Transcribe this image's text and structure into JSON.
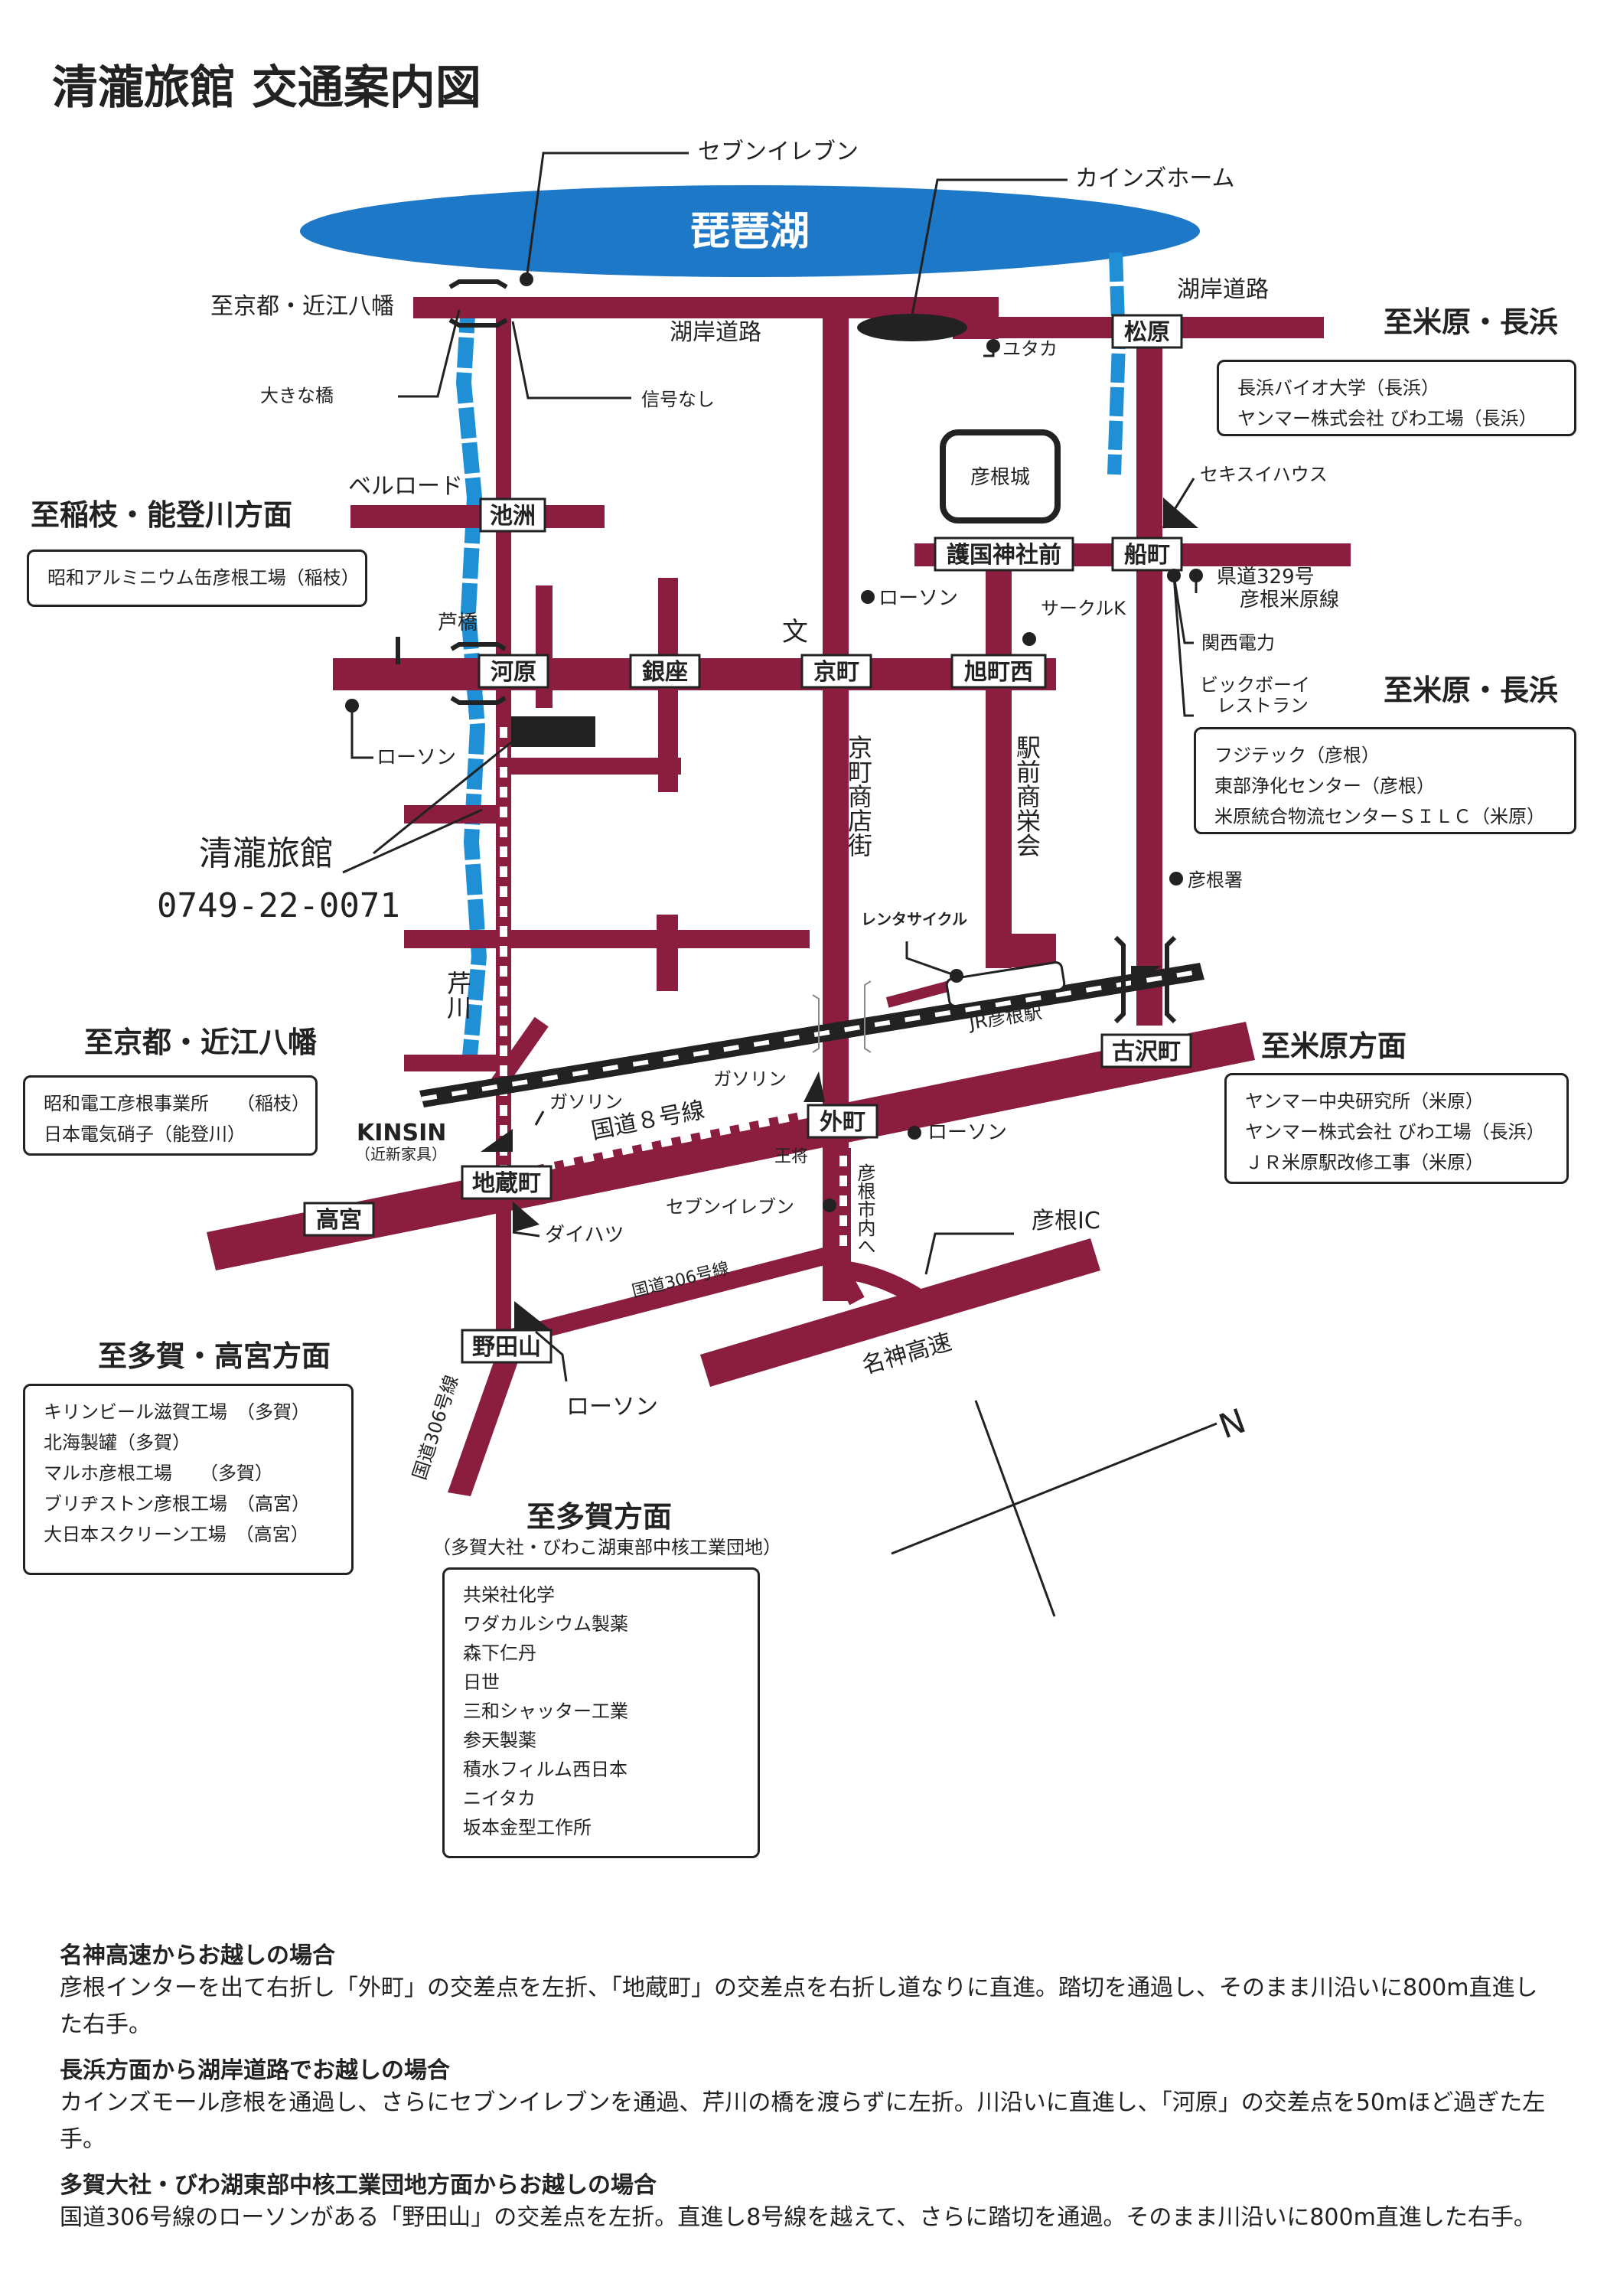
{
  "title": "清瀧旅館 交通案内図",
  "lake": "琵琶湖",
  "road_labels": {
    "lakeside_road": "湖岸道路",
    "lakeside_road_2": "湖岸道路",
    "bell_road": "ベルロード",
    "route8": "国道８号線",
    "route306": "国道306号線",
    "route306_vertical": "国道306号線",
    "meishin": "名神高速",
    "kyomachi_shoutengai": "京町商店街",
    "ekimae_shoueikai": "駅前商栄会",
    "hikone_shinai": "彦根市内へ",
    "river": "芹川",
    "ashibashi": "芦橋",
    "big_bridge": "大きな橋",
    "no_signal": "信号なし",
    "jr_station": "JR彦根駅",
    "hikone_ic": "彦根IC",
    "school": "文",
    "castle": "彦根城"
  },
  "intersections": [
    "池洲",
    "河原",
    "銀座",
    "京町",
    "旭町西",
    "護国神社前",
    "船町",
    "松原",
    "古沢町",
    "外町",
    "地蔵町",
    "高宮",
    "野田山"
  ],
  "landmarks": {
    "seven_top": "セブンイレブン",
    "cainz": "カインズホーム",
    "yutaka": "ユタカ",
    "sekisui": "セキスイハウス",
    "lawson_kyo": "ローソン",
    "circle_k": "サークルK",
    "route329": "県道329号",
    "route329b": "彦根米原線",
    "kansai_denryoku": "関西電力",
    "big_boy": "ビックボーイ",
    "big_boy_b": "レストラン",
    "lawson_kawara": "ローソン",
    "police": "彦根署",
    "rental_cycle": "レンタサイクル",
    "gasoline_1": "ガソリン",
    "gasoline_2": "ガソリン",
    "kinsin": "KINSIN",
    "kinsin_sub": "（近新家具）",
    "daihatsu": "ダイハツ",
    "lawson_tomachi": "ローソン",
    "ousho": "王将",
    "seven_bottom": "セブンイレブン",
    "lawson_nodayama": "ローソン"
  },
  "hotel": {
    "name": "清瀧旅館",
    "phone": "0749-22-0071"
  },
  "directions_to": {
    "kyoto_top": "至京都・近江八幡",
    "maibara_top": "至米原・長浜",
    "inae": "至稲枝・能登川方面",
    "maibara_mid": "至米原・長浜",
    "kyoto_mid": "至京都・近江八幡",
    "maibara_dir": "至米原方面",
    "taga_takamiya": "至多賀・高宮方面",
    "taga": "至多賀方面",
    "taga_sub": "（多賀大社・びわこ湖東部中核工業団地）"
  },
  "boxes": {
    "nagahama": [
      "長浜バイオ大学（長浜）",
      "ヤンマー株式会社 びわ工場（長浜）"
    ],
    "inae": [
      "昭和アルミニウム缶彦根工場（稲枝）"
    ],
    "maibara_mid": [
      "フジテック（彦根）",
      "東部浄化センター（彦根）",
      "米原統合物流センターＳＩＬＣ（米原）"
    ],
    "kyoto_mid": [
      "昭和電工彦根事業所　　（稲枝）",
      "日本電気硝子（能登川）"
    ],
    "maibara_dir": [
      "ヤンマー中央研究所（米原）",
      "ヤンマー株式会社 びわ工場（長浜）",
      "ＪＲ米原駅改修工事（米原）"
    ],
    "taga_takamiya": [
      "キリンビール滋賀工場　（多賀）",
      "北海製罐（多賀）",
      "マルホ彦根工場　　（多賀）",
      "ブリヂストン彦根工場　（高宮）",
      "大日本スクリーン工場　（高宮）"
    ],
    "taga": [
      "共栄社化学",
      "ワダカルシウム製薬",
      "森下仁丹",
      "日世",
      "三和シャッター工業",
      "参天製薬",
      "積水フィルム西日本",
      "ニイタカ",
      "坂本金型工作所"
    ]
  },
  "compass": "N",
  "colors": {
    "road": "#8b1d3f",
    "lake": "#1d78c7",
    "river": "#1f8fd6",
    "ink": "#222222"
  },
  "directions": [
    {
      "heading": "名神高速からお越しの場合",
      "body": "彦根インターを出て右折し「外町」の交差点を左折、「地蔵町」の交差点を右折し道なりに直進。踏切を通過し、そのまま川沿いに800m直進した右手。"
    },
    {
      "heading": "長浜方面から湖岸道路でお越しの場合",
      "body": "カインズモール彦根を通過し、さらにセブンイレブンを通過、芹川の橋を渡らずに左折。川沿いに直進し、「河原」の交差点を50mほど過ぎた左手。"
    },
    {
      "heading": "多賀大社・びわ湖東部中核工業団地方面からお越しの場合",
      "body": "国道306号線のローソンがある「野田山」の交差点を左折。直進し8号線を越えて、さらに踏切を通過。そのまま川沿いに800m直進した右手。"
    }
  ]
}
